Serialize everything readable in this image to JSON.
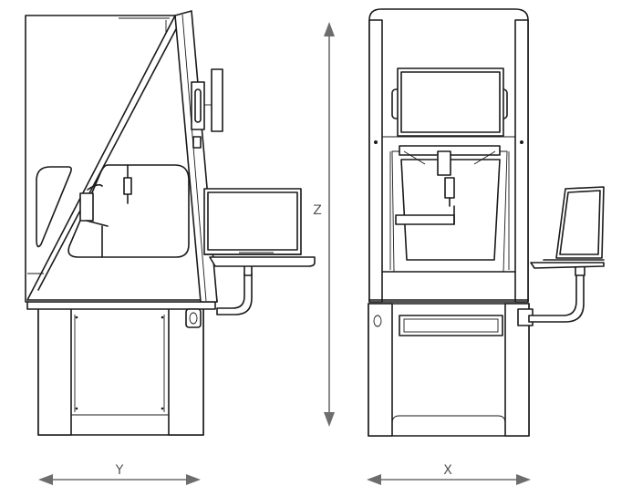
{
  "labels": {
    "z_axis": "Z",
    "y_axis": "Y",
    "x_axis": "X"
  },
  "colors": {
    "line": "#1a1a1a",
    "arrow": "#6d6d6d",
    "background": "#ffffff"
  }
}
